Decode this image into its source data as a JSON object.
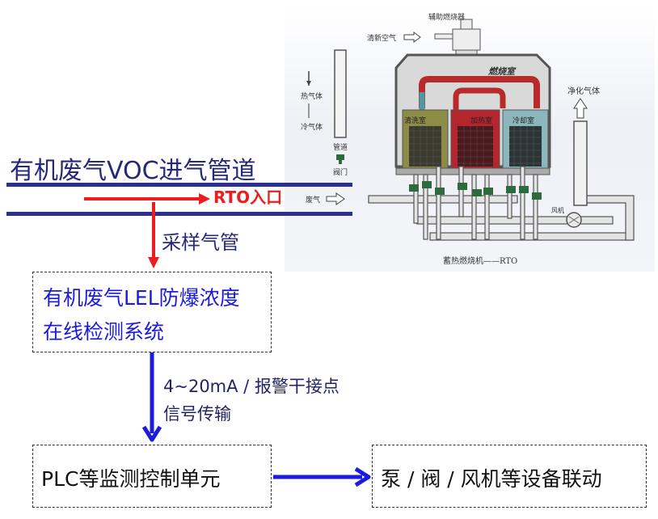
{
  "diagram": {
    "pipe_title": "有机废气VOC进气管道",
    "rto_inlet_label": "RTO入口",
    "sampling_pipe_label": "采样气管",
    "lel_system": {
      "line1": "有机废气LEL防爆浓度",
      "line2": "在线检测系统"
    },
    "signal": {
      "line1": "4~20mA / 报警干接点",
      "line2": "信号传输"
    },
    "plc_unit": "PLC等监测控制单元",
    "device_linkage": "泵 / 阀 / 风机等设备联动"
  },
  "rto_figure": {
    "caption": "蓄热燃烧机——RTO",
    "aux_burner": "辅助燃烧器",
    "fresh_air": "清新空气",
    "combustion_chamber": "燃烧室",
    "purge_chamber": "清洗室",
    "heating_chamber": "加热室",
    "cooling_chamber": "冷却室",
    "purified_gas": "净化气体",
    "waste_gas": "废气",
    "fan": "风机",
    "legend_hot_gas": "热气体",
    "legend_cold_gas": "冷气体",
    "legend_pipe": "管道",
    "legend_valve": "阀门"
  },
  "colors": {
    "pipe_blue": "#2b2f8f",
    "flow_red": "#ee1c1c",
    "signal_blue": "#1a1ae0",
    "text_dark_blue": "#26287a"
  }
}
